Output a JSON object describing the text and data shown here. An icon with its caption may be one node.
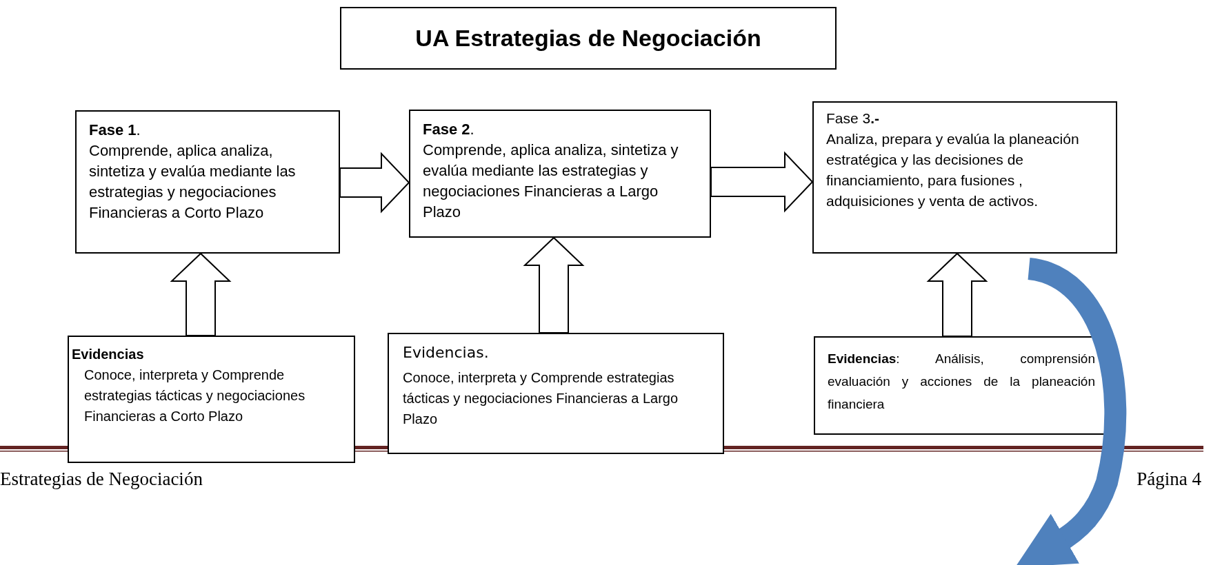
{
  "diagram": {
    "title": "UA Estrategias de Negociación",
    "nodes": [
      {
        "text": [
          "**Fase 1**.",
          "Comprende, aplica analiza, sintetiza y evalúa mediante las estrategias y negociaciones Financieras a Corto Plazo"
        ]
      },
      {
        "text": [
          "**Fase 2**.",
          "Comprende, aplica analiza, sintetiza y evalúa mediante las estrategias y negociaciones Financieras a Largo Plazo"
        ]
      },
      {
        "text": [
          "Fase 3**.-**",
          "Analiza, prepara y evalúa la planeación estratégica y las decisiones de financiamiento, para fusiones , adquisiciones y venta de activos."
        ]
      },
      {
        "text": [
          "Evidencias",
          "Conoce, interpreta y Comprende estrategias tácticas y negociaciones Financieras a Corto Plazo"
        ]
      },
      {
        "text": [
          "Evidencias.",
          "Conoce, interpreta y Comprende estrategias tácticas y negociaciones Financieras a Largo Plazo"
        ]
      },
      {
        "text": [
          "**Evidencias**: Análisis, comprensión evaluación y acciones de la planeación financiera"
        ]
      }
    ],
    "edges": [
      {
        "from": 0,
        "to": 1,
        "arrow": "to"
      },
      {
        "from": 1,
        "to": 2,
        "arrow": "to"
      },
      {
        "from": 3,
        "to": 0,
        "arrow": "to"
      },
      {
        "from": 4,
        "to": 1,
        "arrow": "to"
      },
      {
        "from": 5,
        "to": 2,
        "arrow": "to"
      },
      {
        "from": 2,
        "to": null,
        "arrow": "to",
        "color": "#4f81bd"
      }
    ],
    "labels": [
      "Estrategias de Negociación",
      "Página 4"
    ]
  }
}
